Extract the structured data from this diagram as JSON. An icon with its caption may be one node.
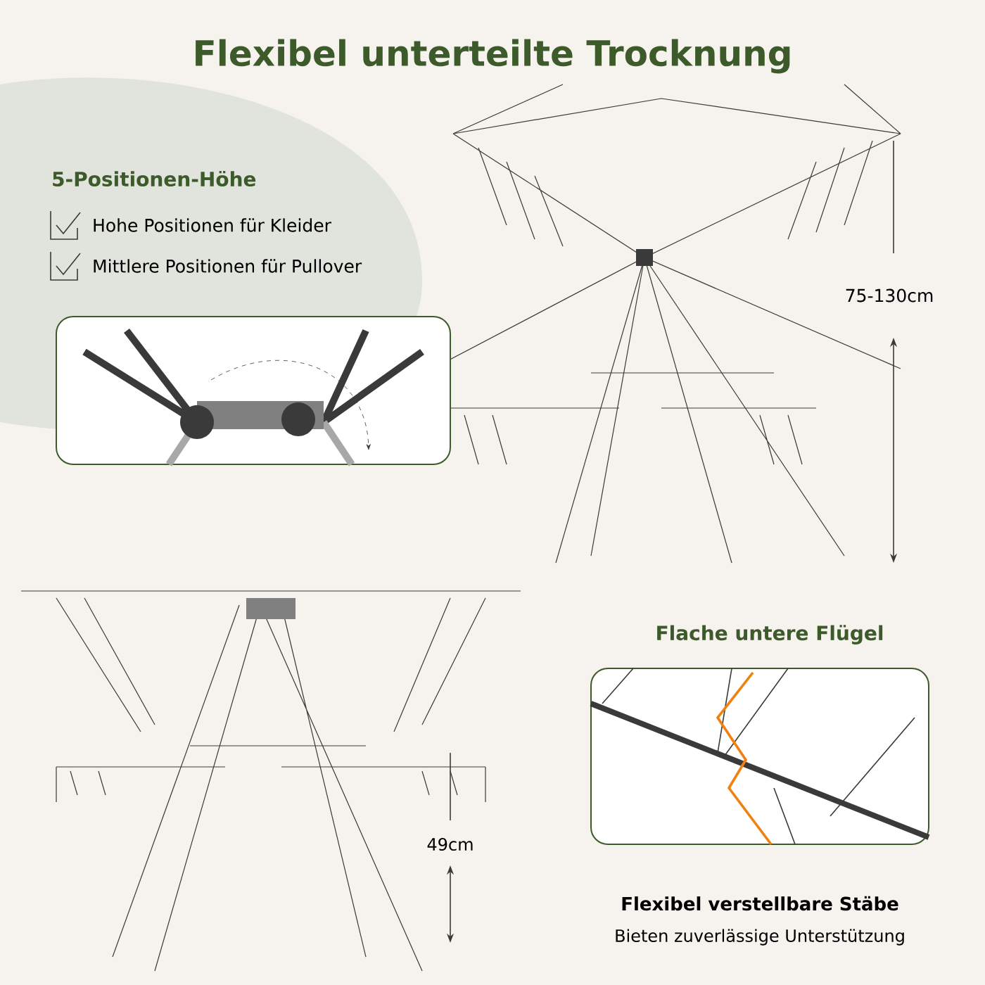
{
  "diagram": {
    "title": "Flexibel unterteilte Trocknung",
    "labels": [
      "5-Positionen-Höhe",
      "Hohe Positionen für Kleider",
      "Mittlere Positionen für Pullover",
      "75-130cm",
      "Flache untere Flügel",
      "49cm",
      "Flexibel verstellbare Stäbe",
      "Bieten zuverlässige Unterstützung"
    ]
  }
}
